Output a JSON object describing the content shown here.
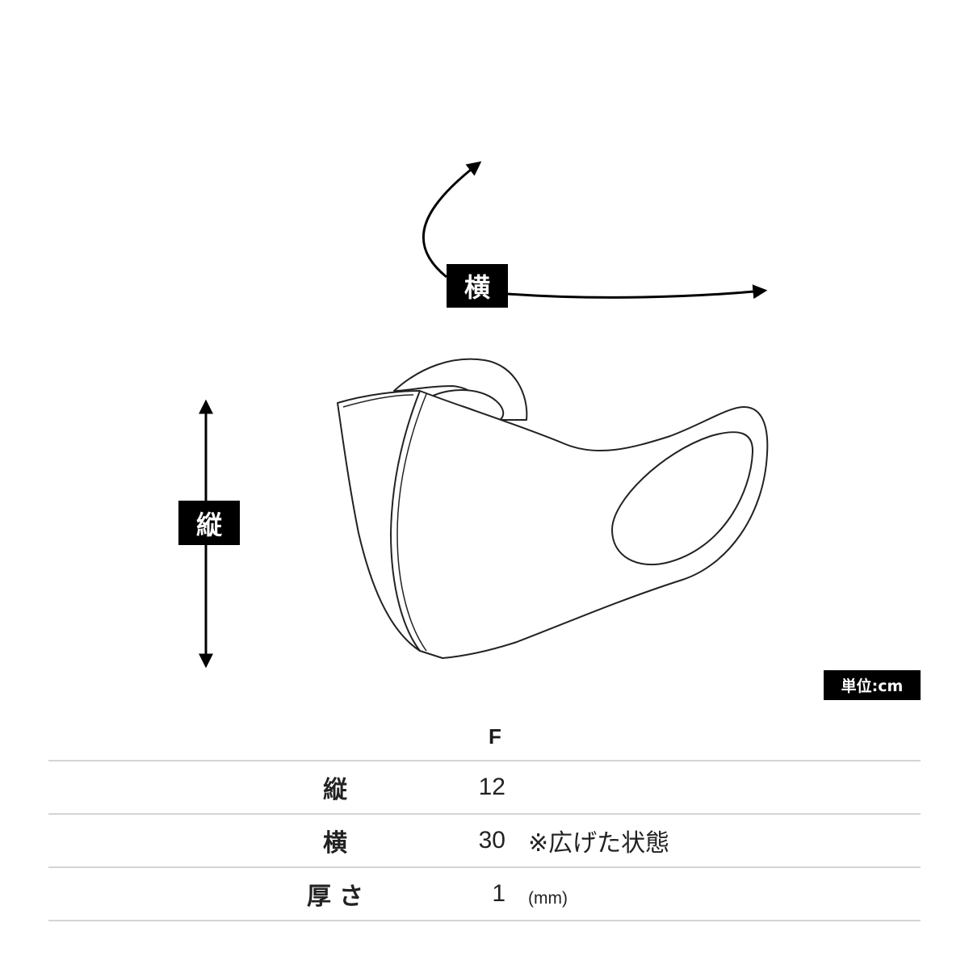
{
  "diagram": {
    "width_label": "横",
    "height_label": "縦",
    "unit_label": "単位:cm"
  },
  "table": {
    "column_header": "F",
    "rows": [
      {
        "label": "縦",
        "value": "12",
        "note": ""
      },
      {
        "label": "横",
        "value": "30",
        "note": "※広げた状態"
      },
      {
        "label": "厚さ",
        "value": "1",
        "note": "(mm)"
      }
    ]
  }
}
